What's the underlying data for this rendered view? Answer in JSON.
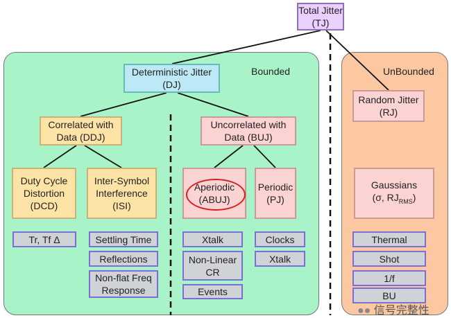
{
  "nodes": {
    "tj": "Total Jitter\n(TJ)",
    "dj": "Deterministic Jitter\n(DJ)",
    "rj": "Random Jitter\n(RJ)",
    "ddj": "Correlated with\nData (DDJ)",
    "buj": "Uncorrelated with\nData (BUJ)",
    "dcd": "Duty Cycle\nDistortion\n(DCD)",
    "isi": "Inter-Symbol\nInterference\n(ISI)",
    "abuj": "Aperiodic\n(ABUJ)",
    "pj": "Periodic\n(PJ)",
    "gauss": "Gaussians\n(σ, RJ",
    "gauss_sub": "RMS",
    "gauss_end": ")"
  },
  "regions": {
    "bounded": "Bounded",
    "unbounded": "UnBounded"
  },
  "leaves": {
    "dcd": [
      "Tr, Tf Δ"
    ],
    "isi": [
      "Settling Time",
      "Reflections",
      "Non-flat Freq\nResponse"
    ],
    "abuj": [
      "Xtalk",
      "Non-Linear\nCR",
      "Events"
    ],
    "pj": [
      "Clocks",
      "Xtalk"
    ],
    "rj": [
      "Thermal",
      "Shot",
      "1/f",
      "BU"
    ]
  },
  "watermark": "信号完整性",
  "colors": {
    "bounded_bg": "#a9f3c9",
    "unbounded_bg": "#fbc8a2",
    "highlight": "#d62020"
  }
}
